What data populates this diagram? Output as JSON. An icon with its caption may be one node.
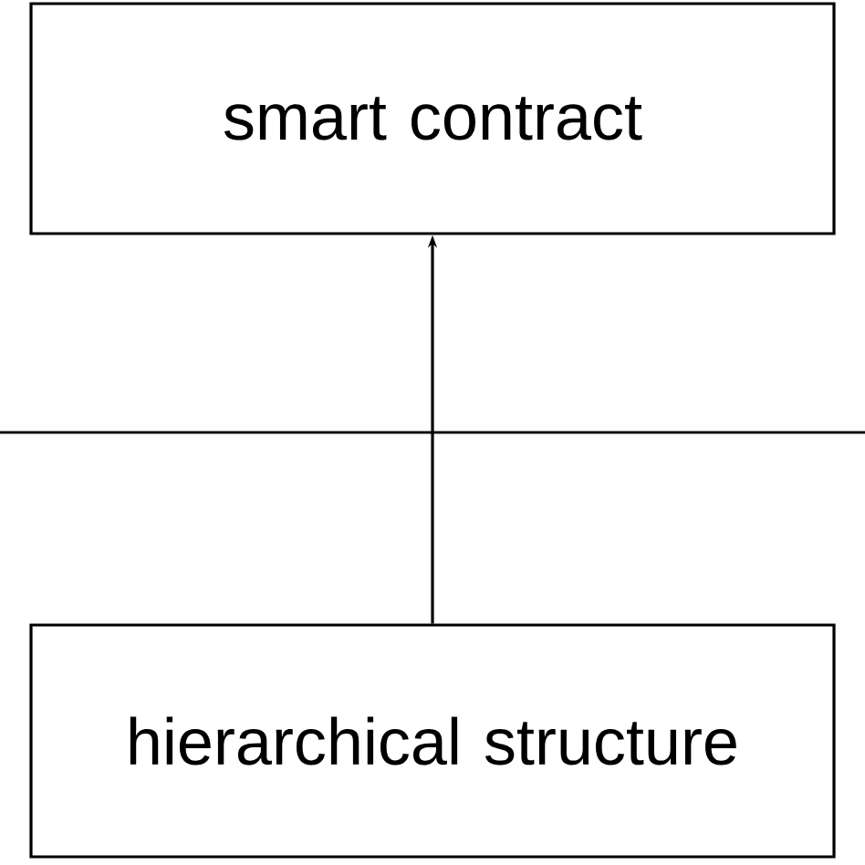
{
  "diagram": {
    "nodes": [
      {
        "text": [
          "smart contract"
        ]
      },
      {
        "text": [
          "hierarchical structure"
        ]
      }
    ],
    "edges": [
      {
        "from": 1,
        "to": 0,
        "arrow": "to"
      }
    ]
  }
}
